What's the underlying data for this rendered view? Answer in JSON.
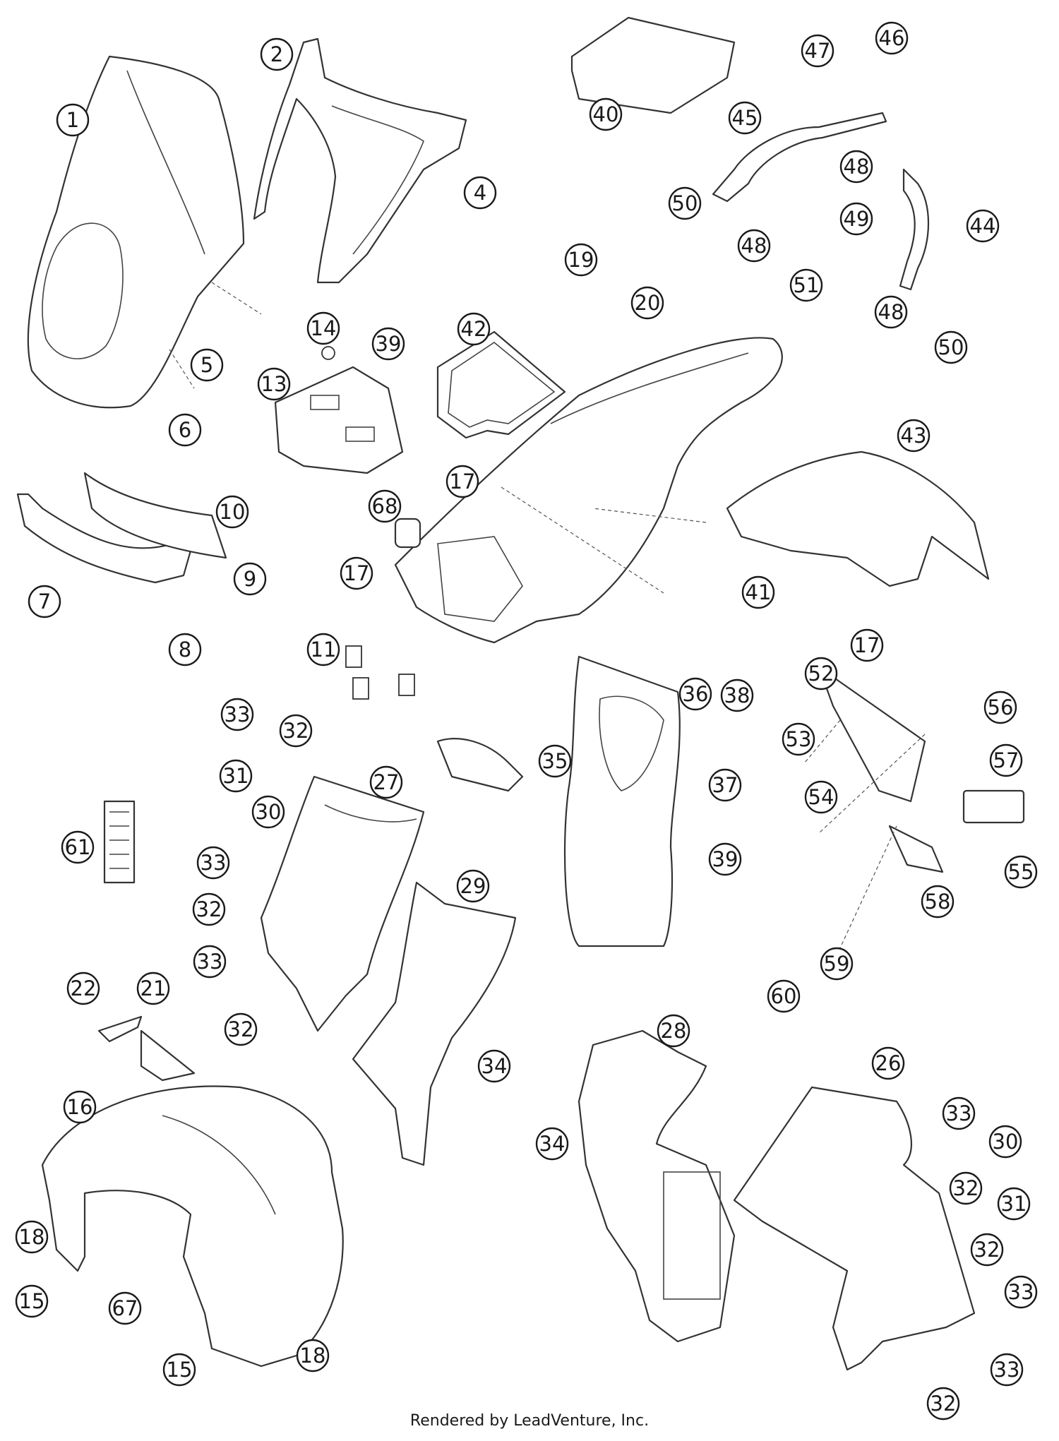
{
  "diagram": {
    "callout_labels": {
      "c1": "1",
      "c2": "2",
      "c4": "4",
      "c5": "5",
      "c6": "6",
      "c7": "7",
      "c8": "8",
      "c9": "9",
      "c10": "10",
      "c11": "11",
      "c13": "13",
      "c14": "14",
      "c15a": "15",
      "c15b": "15",
      "c16": "16",
      "c17a": "17",
      "c17b": "17",
      "c17c": "17",
      "c18a": "18",
      "c18b": "18",
      "c19": "19",
      "c20": "20",
      "c21": "21",
      "c22": "22",
      "c26": "26",
      "c27": "27",
      "c28": "28",
      "c29": "29",
      "c30a": "30",
      "c30b": "30",
      "c31a": "31",
      "c31b": "31",
      "c32a": "32",
      "c32b": "32",
      "c32c": "32",
      "c32d": "32",
      "c32e": "32",
      "c32f": "32",
      "c33a": "33",
      "c33b": "33",
      "c33c": "33",
      "c33d": "33",
      "c33e": "33",
      "c33f": "33",
      "c34a": "34",
      "c34b": "34",
      "c35": "35",
      "c36": "36",
      "c37": "37",
      "c38": "38",
      "c39a": "39",
      "c39b": "39",
      "c40": "40",
      "c41": "41",
      "c42": "42",
      "c43": "43",
      "c44": "44",
      "c45": "45",
      "c46": "46",
      "c47": "47",
      "c48a": "48",
      "c48b": "48",
      "c48c": "48",
      "c49": "49",
      "c50a": "50",
      "c50b": "50",
      "c51": "51",
      "c52": "52",
      "c53": "53",
      "c54": "54",
      "c55": "55",
      "c56": "56",
      "c57": "57",
      "c58": "58",
      "c59": "59",
      "c60": "60",
      "c61": "61",
      "c67": "67",
      "c68": "68"
    },
    "footer": "Rendered by LeadVenture, Inc."
  }
}
